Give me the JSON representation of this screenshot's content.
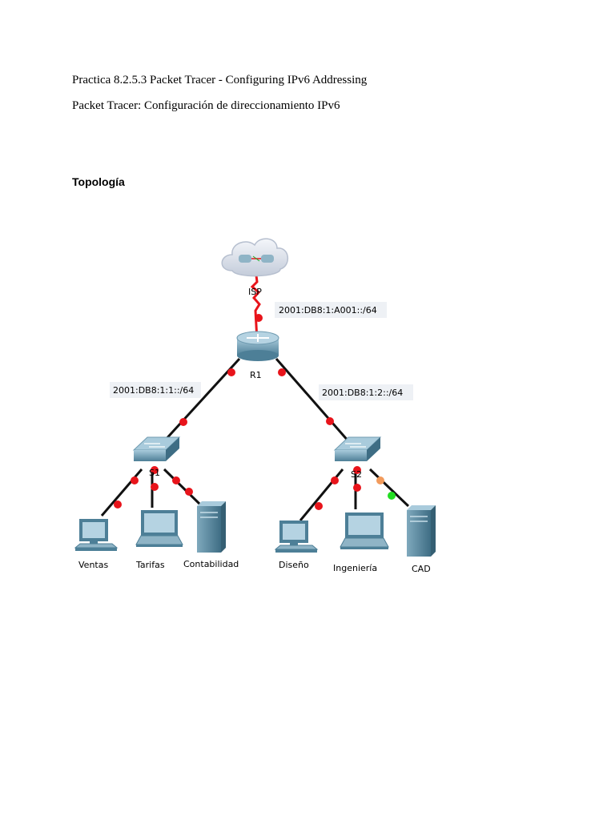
{
  "document": {
    "line1": "Practica 8.2.5.3 Packet Tracer - Configuring IPv6 Addressing",
    "line2": "Packet Tracer: Configuración de direccionamiento IPv6",
    "heading": "Topología"
  },
  "topology": {
    "isp": "ISP",
    "r1": "R1",
    "s1": "S1",
    "s2": "S2",
    "net_isp": "2001:DB8:1:A001::/64",
    "net_left": "2001:DB8:1:1::/64",
    "net_right": "2001:DB8:1:2::/64",
    "hosts": {
      "ventas": "Ventas",
      "tarifas": "Tarifas",
      "contabilidad": "Contabilidad",
      "diseno": "Diseño",
      "ingenieria": "Ingeniería",
      "cad": "CAD"
    }
  },
  "colors": {
    "link": "#111111",
    "link_down": "#e8141b",
    "link_amber": "#f29b5c",
    "link_up": "#22dd22",
    "device": "#5f90a8"
  }
}
